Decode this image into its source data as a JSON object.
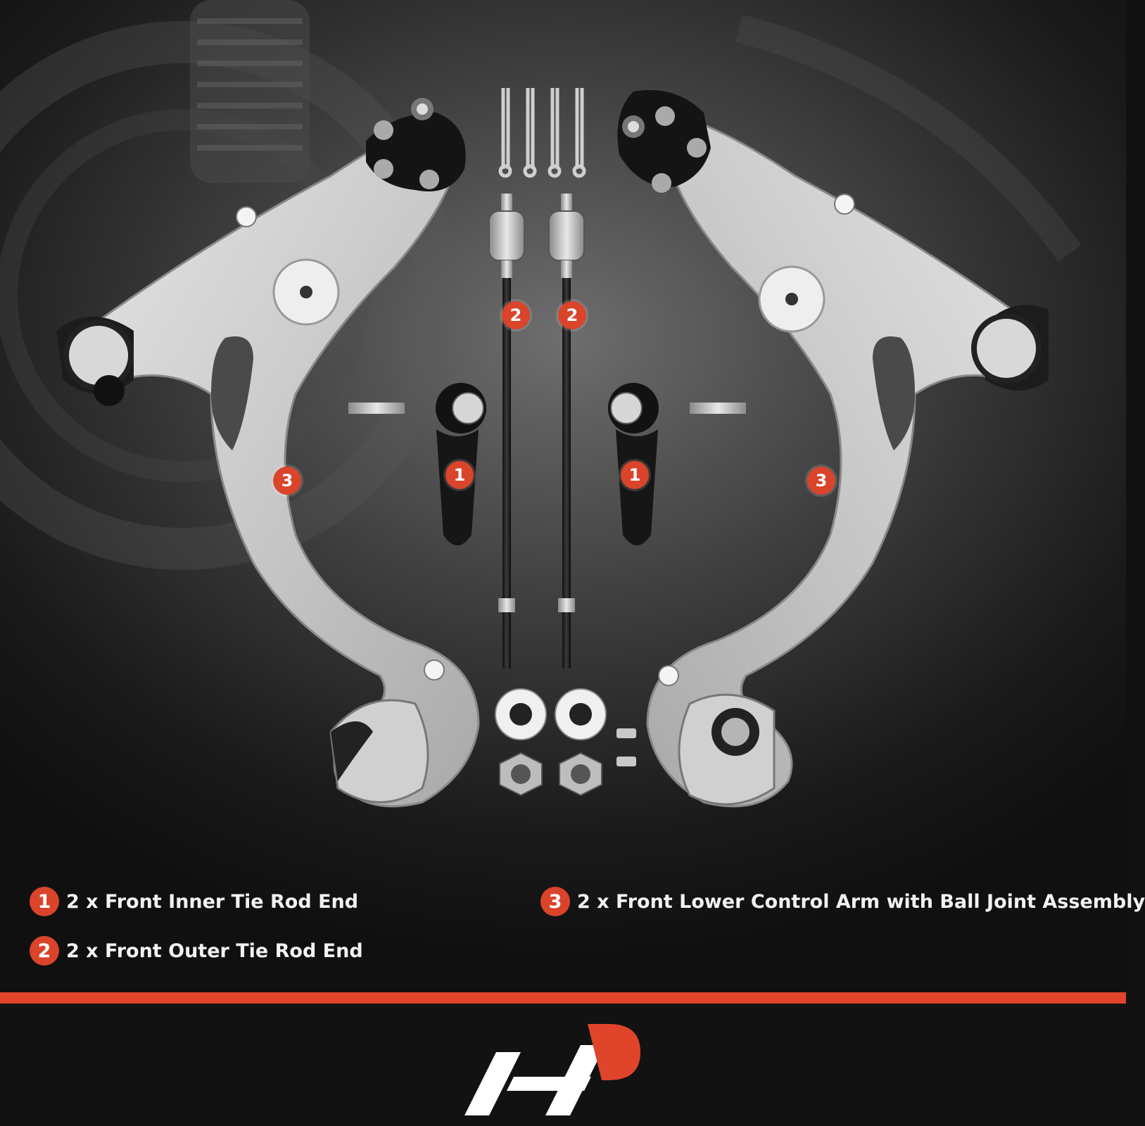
{
  "callouts": [
    {
      "number": "2"
    },
    {
      "number": "2"
    },
    {
      "number": "1"
    },
    {
      "number": "1"
    },
    {
      "number": "3"
    },
    {
      "number": "3"
    }
  ],
  "legend": [
    {
      "number": "1",
      "text": "2 x Front Inner Tie Rod End"
    },
    {
      "number": "2",
      "text": "2 x Front Outer Tie Rod End"
    },
    {
      "number": "3",
      "text": "2 x Front Lower Control Arm with Ball Joint Assembly"
    }
  ],
  "colors": {
    "accent": "#e0442a",
    "badge": "#d9442a",
    "text": "#f2f2f2",
    "footer": "#121212"
  },
  "logo_icon": "brand-logo-icon"
}
